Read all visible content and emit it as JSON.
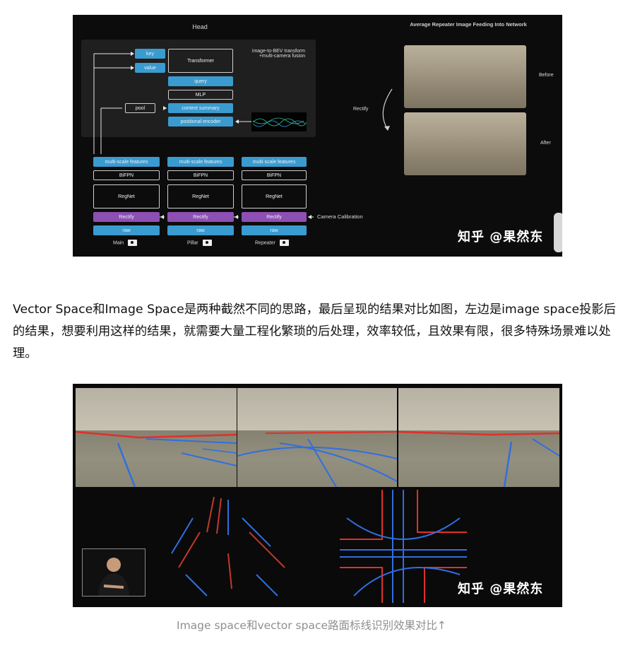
{
  "figure1": {
    "head_title": "Head",
    "key": "key",
    "value": "value",
    "transformer": "Transformer",
    "bev_note_line1": "image-to-BEV transform",
    "bev_note_line2": "+multi-camera fusion",
    "query": "query",
    "mlp": "MLP",
    "pool": "pool",
    "context_summary": "context summary",
    "positional_encoder": "positional encoder",
    "columns": [
      {
        "multiscale": "multi-scale features",
        "bifpn": "BiFPN",
        "regnet": "RegNet",
        "rectify": "Rectify",
        "raw": "raw",
        "camera": "Main"
      },
      {
        "multiscale": "multi-scale features",
        "bifpn": "BiFPN",
        "regnet": "RegNet",
        "rectify": "Rectify",
        "raw": "raw",
        "camera": "Pillar"
      },
      {
        "multiscale": "multi-scale features",
        "bifpn": "BiFPN",
        "regnet": "RegNet",
        "rectify": "Rectify",
        "raw": "raw",
        "camera": "Repeater"
      }
    ],
    "camera_calibration": "Camera Calibration",
    "right_title": "Average Repeater Image Feeding Into Network",
    "rectify_label": "Rectify",
    "before": "Before",
    "after": "After",
    "watermark": "知乎 @果然东"
  },
  "paragraph": "Vector Space和Image Space是两种截然不同的思路，最后呈现的结果对比如图，左边是image space投影后的结果，想要利用这样的结果，就需要大量工程化繁琐的后处理，效率较低，且效果有限，很多特殊场景难以处理。",
  "figure2": {
    "watermark": "知乎 @果然东"
  },
  "caption": "Image space和vector space路面标线识别效果对比↑",
  "colors": {
    "blue_box": "#3a9bd0",
    "purple_box": "#8d4fb4",
    "lane_blue": "#2f6fe0",
    "lane_red": "#e0302a"
  }
}
